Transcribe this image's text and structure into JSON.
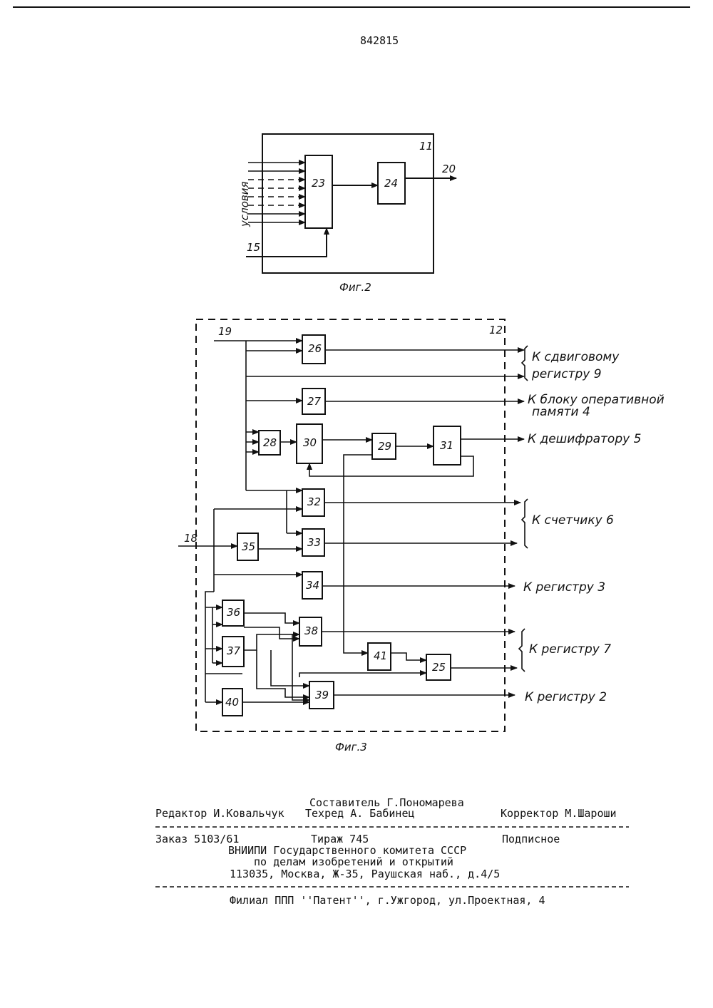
{
  "patent_number": "842815",
  "fig2": {
    "caption": "Фиг.2",
    "block_label": "11",
    "blocks": [
      "23",
      "24"
    ],
    "input_label": "условия",
    "line_15": "15",
    "line_20": "20"
  },
  "fig3": {
    "caption": "Фиг.3",
    "block_label": "12",
    "blocks": [
      "26",
      "27",
      "28",
      "30",
      "29",
      "31",
      "32",
      "33",
      "35",
      "34",
      "36",
      "37",
      "38",
      "41",
      "25",
      "40",
      "39"
    ],
    "line_19": "19",
    "line_18": "18",
    "outputs": {
      "shift_register": [
        "К сдвиговому",
        "регистру 9"
      ],
      "memory": [
        "К блоку оперативной",
        "памяти 4"
      ],
      "decoder": "К дешифратору 5",
      "counter": "К счетчику 6",
      "reg3": "К регистру 3",
      "reg7": "К регистру 7",
      "reg2": "К регистру 2"
    }
  },
  "imprint": {
    "compiler": "Составитель Г.Пономарева",
    "editor": "Редактор И.Ковальчук",
    "techred": "Техред А. Бабинец",
    "corrector": "Корректор М.Шароши",
    "order": "Заказ 5103/61",
    "circulation": "Тираж 745",
    "subscription": "Подписное",
    "org1": "ВНИИПИ Государственного комитета СССР",
    "org2": "по делам изобретений и открытий",
    "address": "113035, Москва, Ж-35, Раушская наб., д.4/5",
    "branch": "Филиал ППП ''Патент'', г.Ужгород, ул.Проектная, 4"
  }
}
